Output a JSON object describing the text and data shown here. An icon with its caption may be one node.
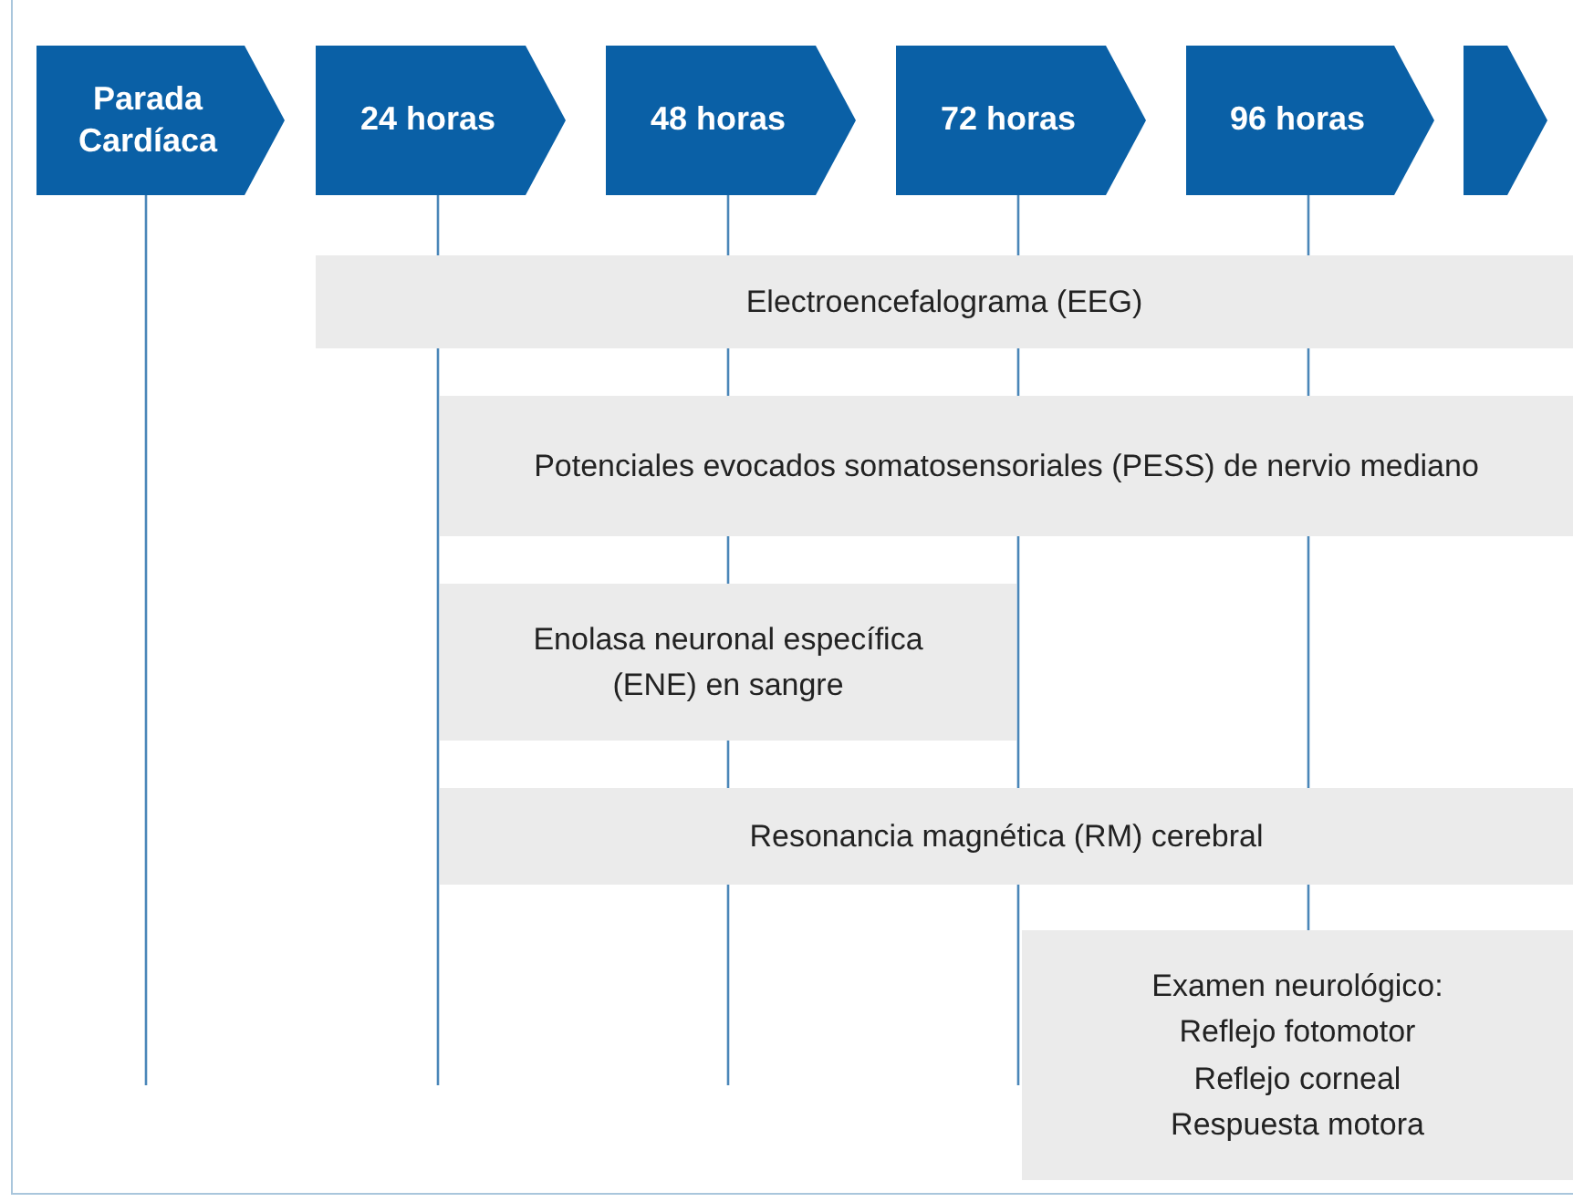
{
  "diagram": {
    "nodes": [
      {
        "text": [
          "Parada Cardíaca"
        ]
      },
      {
        "text": [
          "24 horas"
        ]
      },
      {
        "text": [
          "48 horas"
        ]
      },
      {
        "text": [
          "72 horas"
        ]
      },
      {
        "text": [
          "96 horas"
        ]
      },
      {
        "text": [],
        "shape": "chevron"
      },
      {
        "text": [
          "Electroencefalograma (EEG)"
        ]
      },
      {
        "text": [
          "Potenciales evocados somatosensoriales (PESS) de nervio mediano"
        ]
      },
      {
        "text": [
          "Enolasa neuronal específica (ENE) en sangre"
        ]
      },
      {
        "text": [
          "Resonancia magnética (RM) cerebral"
        ]
      },
      {
        "text": [
          "Examen neurológico:",
          "Reflejo fotomotor",
          "Reflejo corneal",
          "Respuesta motora"
        ]
      }
    ]
  }
}
